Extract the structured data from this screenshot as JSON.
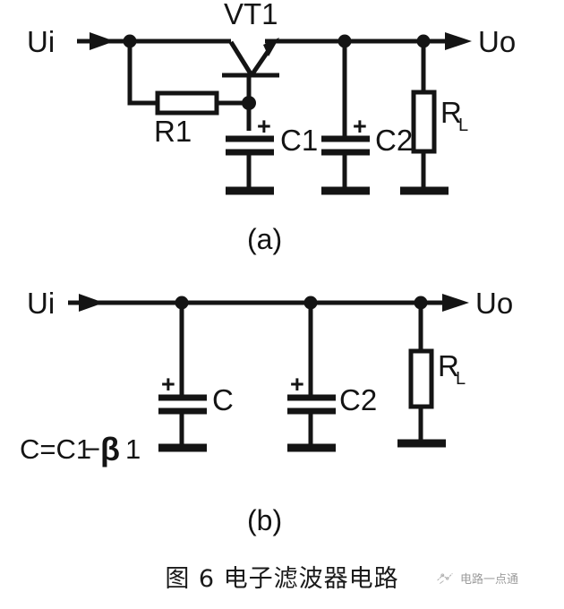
{
  "figure": {
    "caption": "图 6  电子滤波器电路",
    "panels": [
      {
        "id": "a",
        "label": "(a)",
        "input_label": "Ui",
        "output_label": "Uo",
        "components": [
          {
            "ref": "VT1",
            "type": "transistor",
            "label": "VT1"
          },
          {
            "ref": "R1",
            "type": "resistor",
            "label": "R1"
          },
          {
            "ref": "C1",
            "type": "capacitor-polarized",
            "label": "C1",
            "polarity": "+"
          },
          {
            "ref": "C2",
            "type": "capacitor-polarized",
            "label": "C2",
            "polarity": "+"
          },
          {
            "ref": "RL",
            "type": "resistor",
            "label": "R",
            "sub": "L"
          }
        ]
      },
      {
        "id": "b",
        "label": "(b)",
        "input_label": "Ui",
        "output_label": "Uo",
        "formula": {
          "lhs": "C=C1",
          "op": "−",
          "symbol": "β",
          "rhs": "1"
        },
        "components": [
          {
            "ref": "C",
            "type": "capacitor-polarized",
            "label": "C",
            "polarity": "+"
          },
          {
            "ref": "C2",
            "type": "capacitor-polarized",
            "label": "C2",
            "polarity": "+"
          },
          {
            "ref": "RL",
            "type": "resistor",
            "label": "R",
            "sub": "L"
          }
        ]
      }
    ]
  },
  "watermark": {
    "text": "电路一点通",
    "icon": "sparkle-logo-icon"
  },
  "colors": {
    "ink": "#141414",
    "background": "#ffffff",
    "caption": "#1a1a1a",
    "watermark": "#4a4a4a"
  }
}
